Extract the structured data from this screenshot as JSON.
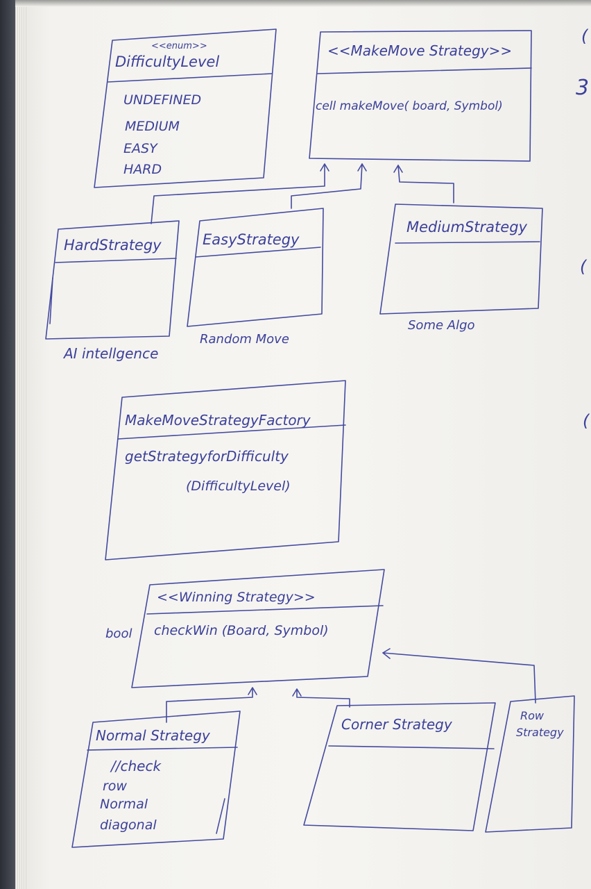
{
  "enum_box": {
    "stereotype": "<<enum>>",
    "name": "DifficultyLevel",
    "values": [
      "UNDEFINED",
      "MEDIUM",
      "EASY",
      "HARD"
    ]
  },
  "make_move_strategy": {
    "name": "<<MakeMove Strategy>>",
    "method": "cell makeMove( board, Symbol)"
  },
  "hard_strategy": {
    "name": "HardStrategy",
    "note": "AI intellgence"
  },
  "easy_strategy": {
    "name": "EasyStrategy",
    "note": "Random Move"
  },
  "medium_strategy": {
    "name": "MediumStrategy",
    "note": "Some Algo"
  },
  "factory": {
    "name": "MakeMoveStrategyFactory",
    "method_line1": "getStrategyforDifficulty",
    "method_line2": "(DifficultyLevel)"
  },
  "winning_strategy": {
    "name": "<<Winning Strategy>>",
    "return_type": "bool",
    "method": "checkWin (Board, Symbol)"
  },
  "normal_strategy": {
    "name": "Normal Strategy",
    "notes": [
      "//check",
      "row",
      "Normal",
      "diagonal"
    ]
  },
  "corner_strategy": {
    "name": "Corner Strategy"
  },
  "row_strategy": {
    "name_line1": "Row",
    "name_line2": "Strategy"
  },
  "margin_marks": [
    "(",
    "3",
    "(",
    "("
  ],
  "colors": {
    "ink": "#3b3f9a",
    "paper": "#f5f4f0"
  }
}
